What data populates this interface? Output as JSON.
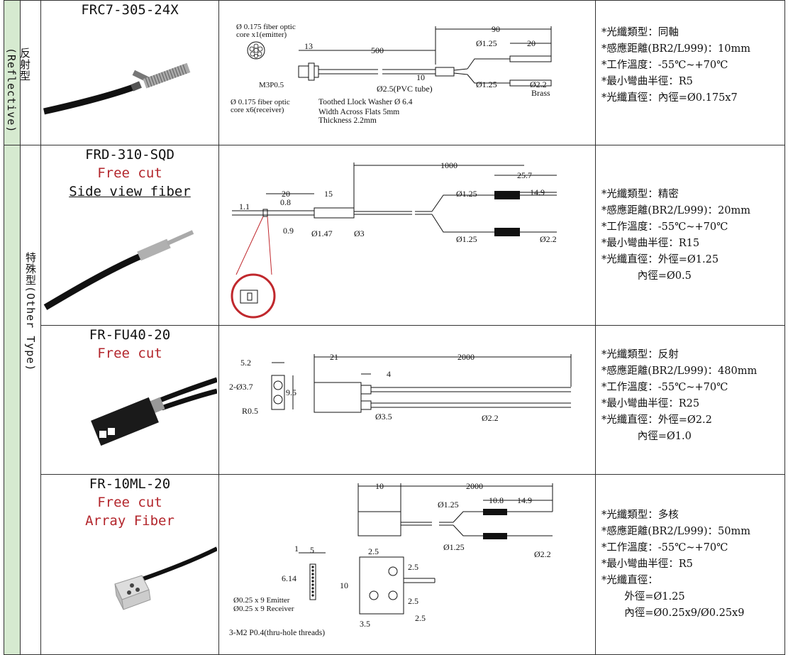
{
  "category": {
    "reflective": "反射型(Reflective)",
    "other": "特殊型(Other Type)"
  },
  "rows": [
    {
      "model": "FRC7-305-24X",
      "tags": [],
      "drawing": {
        "labels": [
          "Ø 0.175 fiber optic",
          "core x1(emitter)",
          "Ø 0.175 fiber optic",
          "core x6(receiver)",
          "M3P0.5",
          "Toothed Llock Washer Ø 6.4",
          "Width Across Flats 5mm",
          "Thickness 2.2mm",
          "Ø2.5(PVC tube)",
          "Brass"
        ],
        "dims": [
          "13",
          "500",
          "90",
          "20",
          "Ø1.25",
          "Ø1.25",
          "10",
          "Ø2.2"
        ]
      },
      "specs": [
        "*光纖類型：同軸",
        "*感應距離(BR2/L999)：10mm",
        "*工作溫度：-55℃~+70℃",
        "*最小彎曲半徑：R5",
        "*光纖直徑：內徑=Ø0.175x7"
      ]
    },
    {
      "model": "FRD-310-SQD",
      "tags": [
        "Free cut",
        "Side view fiber"
      ],
      "drawing": {
        "dims": [
          "1000",
          "25.7",
          "14.9",
          "1.1",
          "20",
          "15",
          "0.8",
          "0.9",
          "Ø1.47",
          "Ø3",
          "Ø1.25",
          "Ø1.25",
          "Ø2.2"
        ]
      },
      "specs": [
        "*光纖類型：精密",
        "*感應距離(BR2/L999)：20mm",
        "*工作溫度：-55℃~+70℃",
        "*最小彎曲半徑：R15",
        "*光纖直徑：外徑=Ø1.25",
        "           內徑=Ø0.5"
      ]
    },
    {
      "model": "FR-FU40-20",
      "tags": [
        "Free cut"
      ],
      "drawing": {
        "dims": [
          "5.2",
          "2-Ø3.7",
          "9.5",
          "R0.5",
          "21",
          "2000",
          "4",
          "Ø3.5",
          "Ø2.2"
        ]
      },
      "specs": [
        "*光纖類型：反射",
        "*感應距離(BR2/L999)：480mm",
        "*工作溫度：-55℃~+70℃",
        "*最小彎曲半徑：R25",
        "*光纖直徑：外徑=Ø2.2",
        "           內徑=Ø1.0"
      ]
    },
    {
      "model": "FR-10ML-20",
      "tags": [
        "Free cut",
        "Array Fiber"
      ],
      "drawing": {
        "labels": [
          "Ø0.25 x 9 Emitter",
          "Ø0.25 x 9 Receiver",
          "3-M2 P0.4(thru-hole threads)"
        ],
        "dims": [
          "10",
          "2000",
          "Ø1.25",
          "10.8",
          "14.9",
          "Ø1.25",
          "Ø2.2",
          "1",
          "5",
          "6.14",
          "2.5",
          "2.5",
          "10",
          "2.5",
          "2.5",
          "3.5"
        ]
      },
      "specs": [
        "*光纖類型：多核",
        "*感應距離(BR2/L999)：50mm",
        "*工作溫度：-55℃~+70℃",
        "*最小彎曲半徑：R5",
        "*光纖直徑：",
        "       外徑=Ø1.25",
        "       內徑=Ø0.25x9/Ø0.25x9"
      ]
    }
  ]
}
